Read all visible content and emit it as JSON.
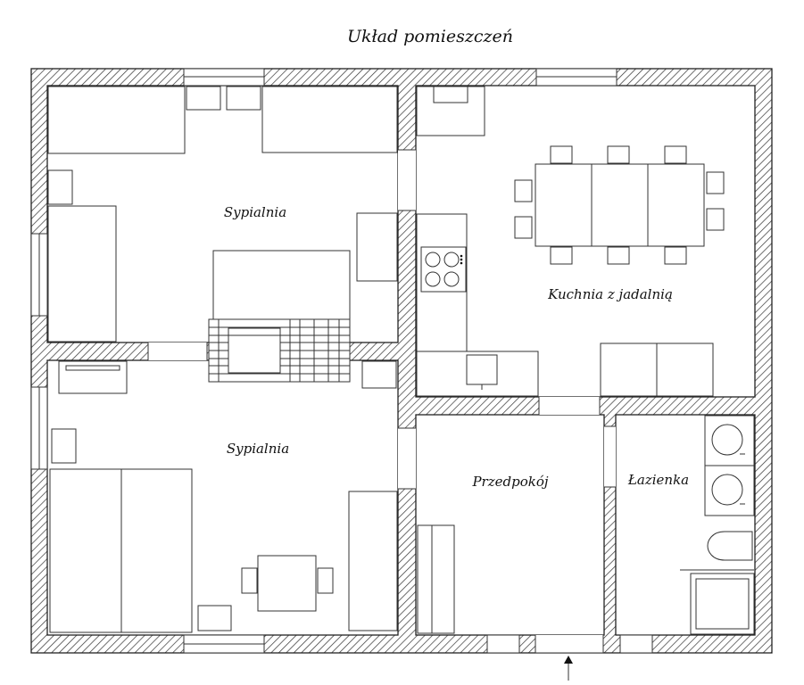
{
  "plan": {
    "title": "Układ pomieszczeń",
    "rooms": {
      "bedroom_top": "Sypialnia",
      "bedroom_bottom": "Sypialnia",
      "kitchen": "Kuchnia z jadalnią",
      "hallway": "Przedpokój",
      "bathroom": "Łazienka"
    },
    "entrance_arrow_icon": "arrow-up-icon"
  }
}
